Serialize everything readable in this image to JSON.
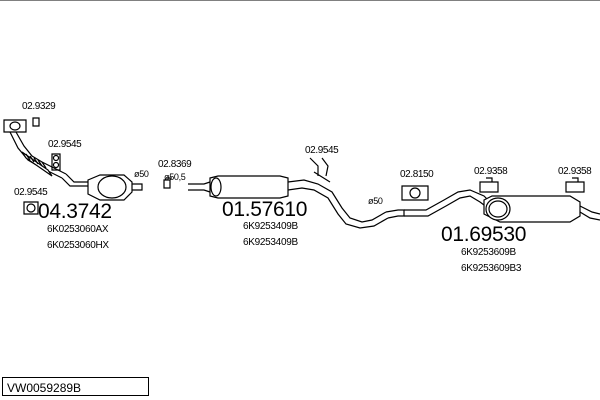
{
  "diagram": {
    "reference": "VW0059289B",
    "accessories": [
      {
        "code": "02.9329"
      },
      {
        "code": "02.9545"
      },
      {
        "code": "02.9545"
      },
      {
        "code": "02.8369"
      },
      {
        "code": "02.9545"
      },
      {
        "code": "02.8150"
      },
      {
        "code": "02.9358"
      },
      {
        "code": "02.9358"
      }
    ],
    "diameters": [
      "ø50",
      "ø50,5",
      "ø50"
    ],
    "parts": [
      {
        "number": "04.3742",
        "oem": [
          "6K0253060AX",
          "6K0253060HX"
        ]
      },
      {
        "number": "01.57610",
        "oem": [
          "6K9253409B",
          "6K9253409B"
        ]
      },
      {
        "number": "01.69530",
        "oem": [
          "6K9253609B",
          "6K9253609B3"
        ]
      }
    ]
  }
}
